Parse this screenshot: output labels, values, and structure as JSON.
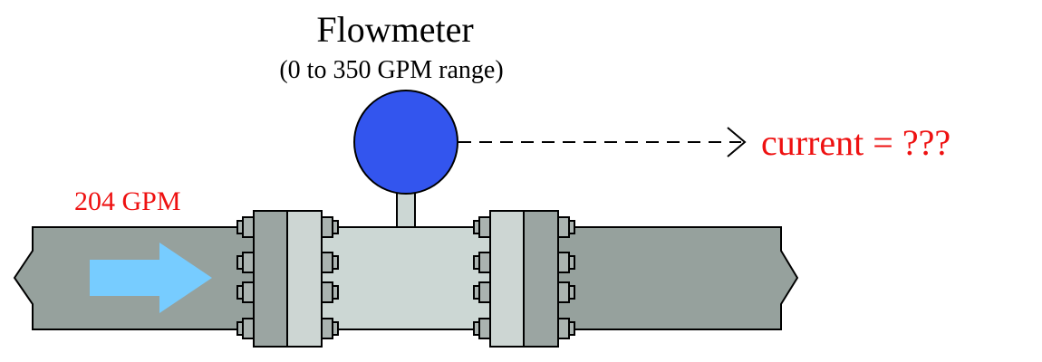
{
  "instrument": {
    "title": "Flowmeter",
    "range": "(0 to 350 GPM range)",
    "body_color": "#3355ee"
  },
  "flow": {
    "label": "204 GPM",
    "direction": "left-to-right",
    "arrow_color": "#77ccff"
  },
  "output": {
    "label": "current = ???"
  },
  "colors": {
    "annotation": "#ee1111",
    "pipe": "#96a19d",
    "meter_tube": "#ccd7d4",
    "flange_outer": "#9ba5a2",
    "flange_inner": "#cdd6d3"
  }
}
